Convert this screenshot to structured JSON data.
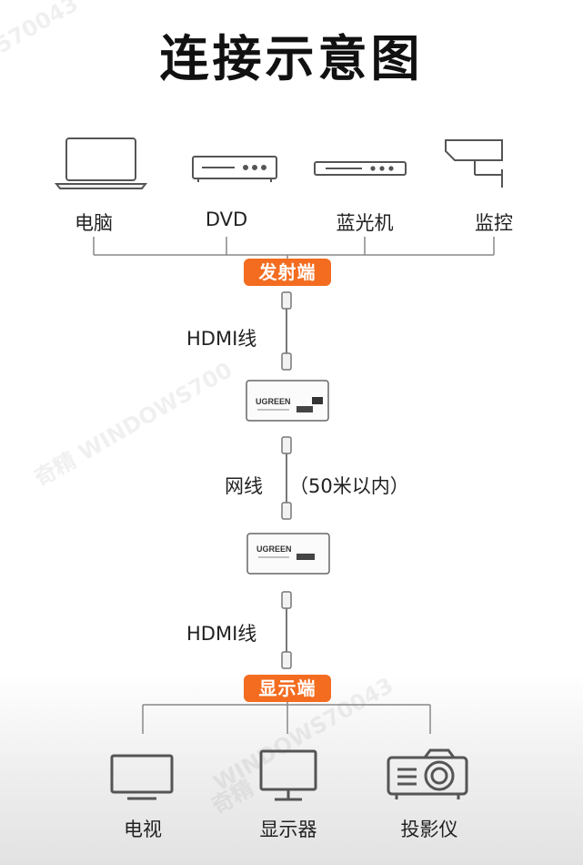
{
  "title": "连接示意图",
  "sources": [
    "电脑",
    "DVD",
    "蓝光机",
    "监控"
  ],
  "sender_label": "发射端",
  "receiver_label": "显示端",
  "cable1_label": "HDMI线",
  "cable2_label": "网线",
  "cable2_note": "（50米以内）",
  "cable3_label": "HDMI线",
  "extender_brand": "UGREEN",
  "displays": [
    "电视",
    "显示器",
    "投影仪"
  ],
  "watermarks": [
    "570043",
    "奇精 WINDOWS700",
    "WINDOWS70043",
    "奇精"
  ]
}
